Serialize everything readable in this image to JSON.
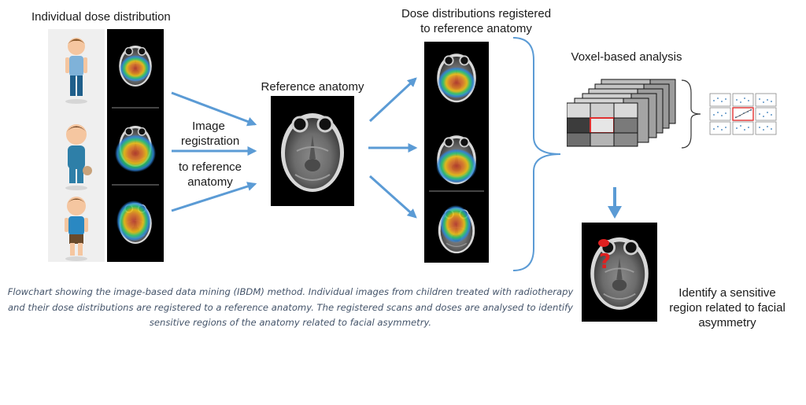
{
  "labels": {
    "individual": "Individual dose distribution",
    "image_registration": "Image\nregistration",
    "to_reference": "to reference\nanatomy",
    "reference_anatomy": "Reference anatomy",
    "dose_registered": "Dose distributions registered\nto reference anatomy",
    "voxel_analysis": "Voxel-based analysis",
    "identify": "Identify a sensitive\nregion related to facial\nasymmetry"
  },
  "caption": "Flowchart showing the image-based data mining (IBDM) method. Individual images from children treated with radiotherapy and their dose distributions are registered to a reference anatomy. The registered scans and doses are analysed to identify sensitive regions of the anatomy related to facial asymmetry.",
  "marker": {
    "question": "?"
  },
  "colors": {
    "arrow": "#5b9bd5",
    "highlight": "#e03030",
    "marker": "#e02020",
    "caption": "#44546a"
  }
}
